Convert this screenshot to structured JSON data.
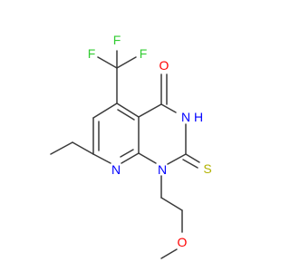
{
  "molecule": {
    "colors": {
      "bond": "#3a3a3a",
      "carbon": "#3a3a3a",
      "nitrogen": "#0000ff",
      "oxygen": "#ff0000",
      "sulfur": "#b2b200",
      "fluorine": "#33cc33"
    },
    "atoms": {
      "f_left": "F",
      "f_top": "F",
      "f_right": "F",
      "o_carbonyl": "O",
      "nh": "N",
      "nh_h": "H",
      "s_thione": "S",
      "n1": "N",
      "n_pyridine": "N",
      "o_ether": "O"
    }
  }
}
